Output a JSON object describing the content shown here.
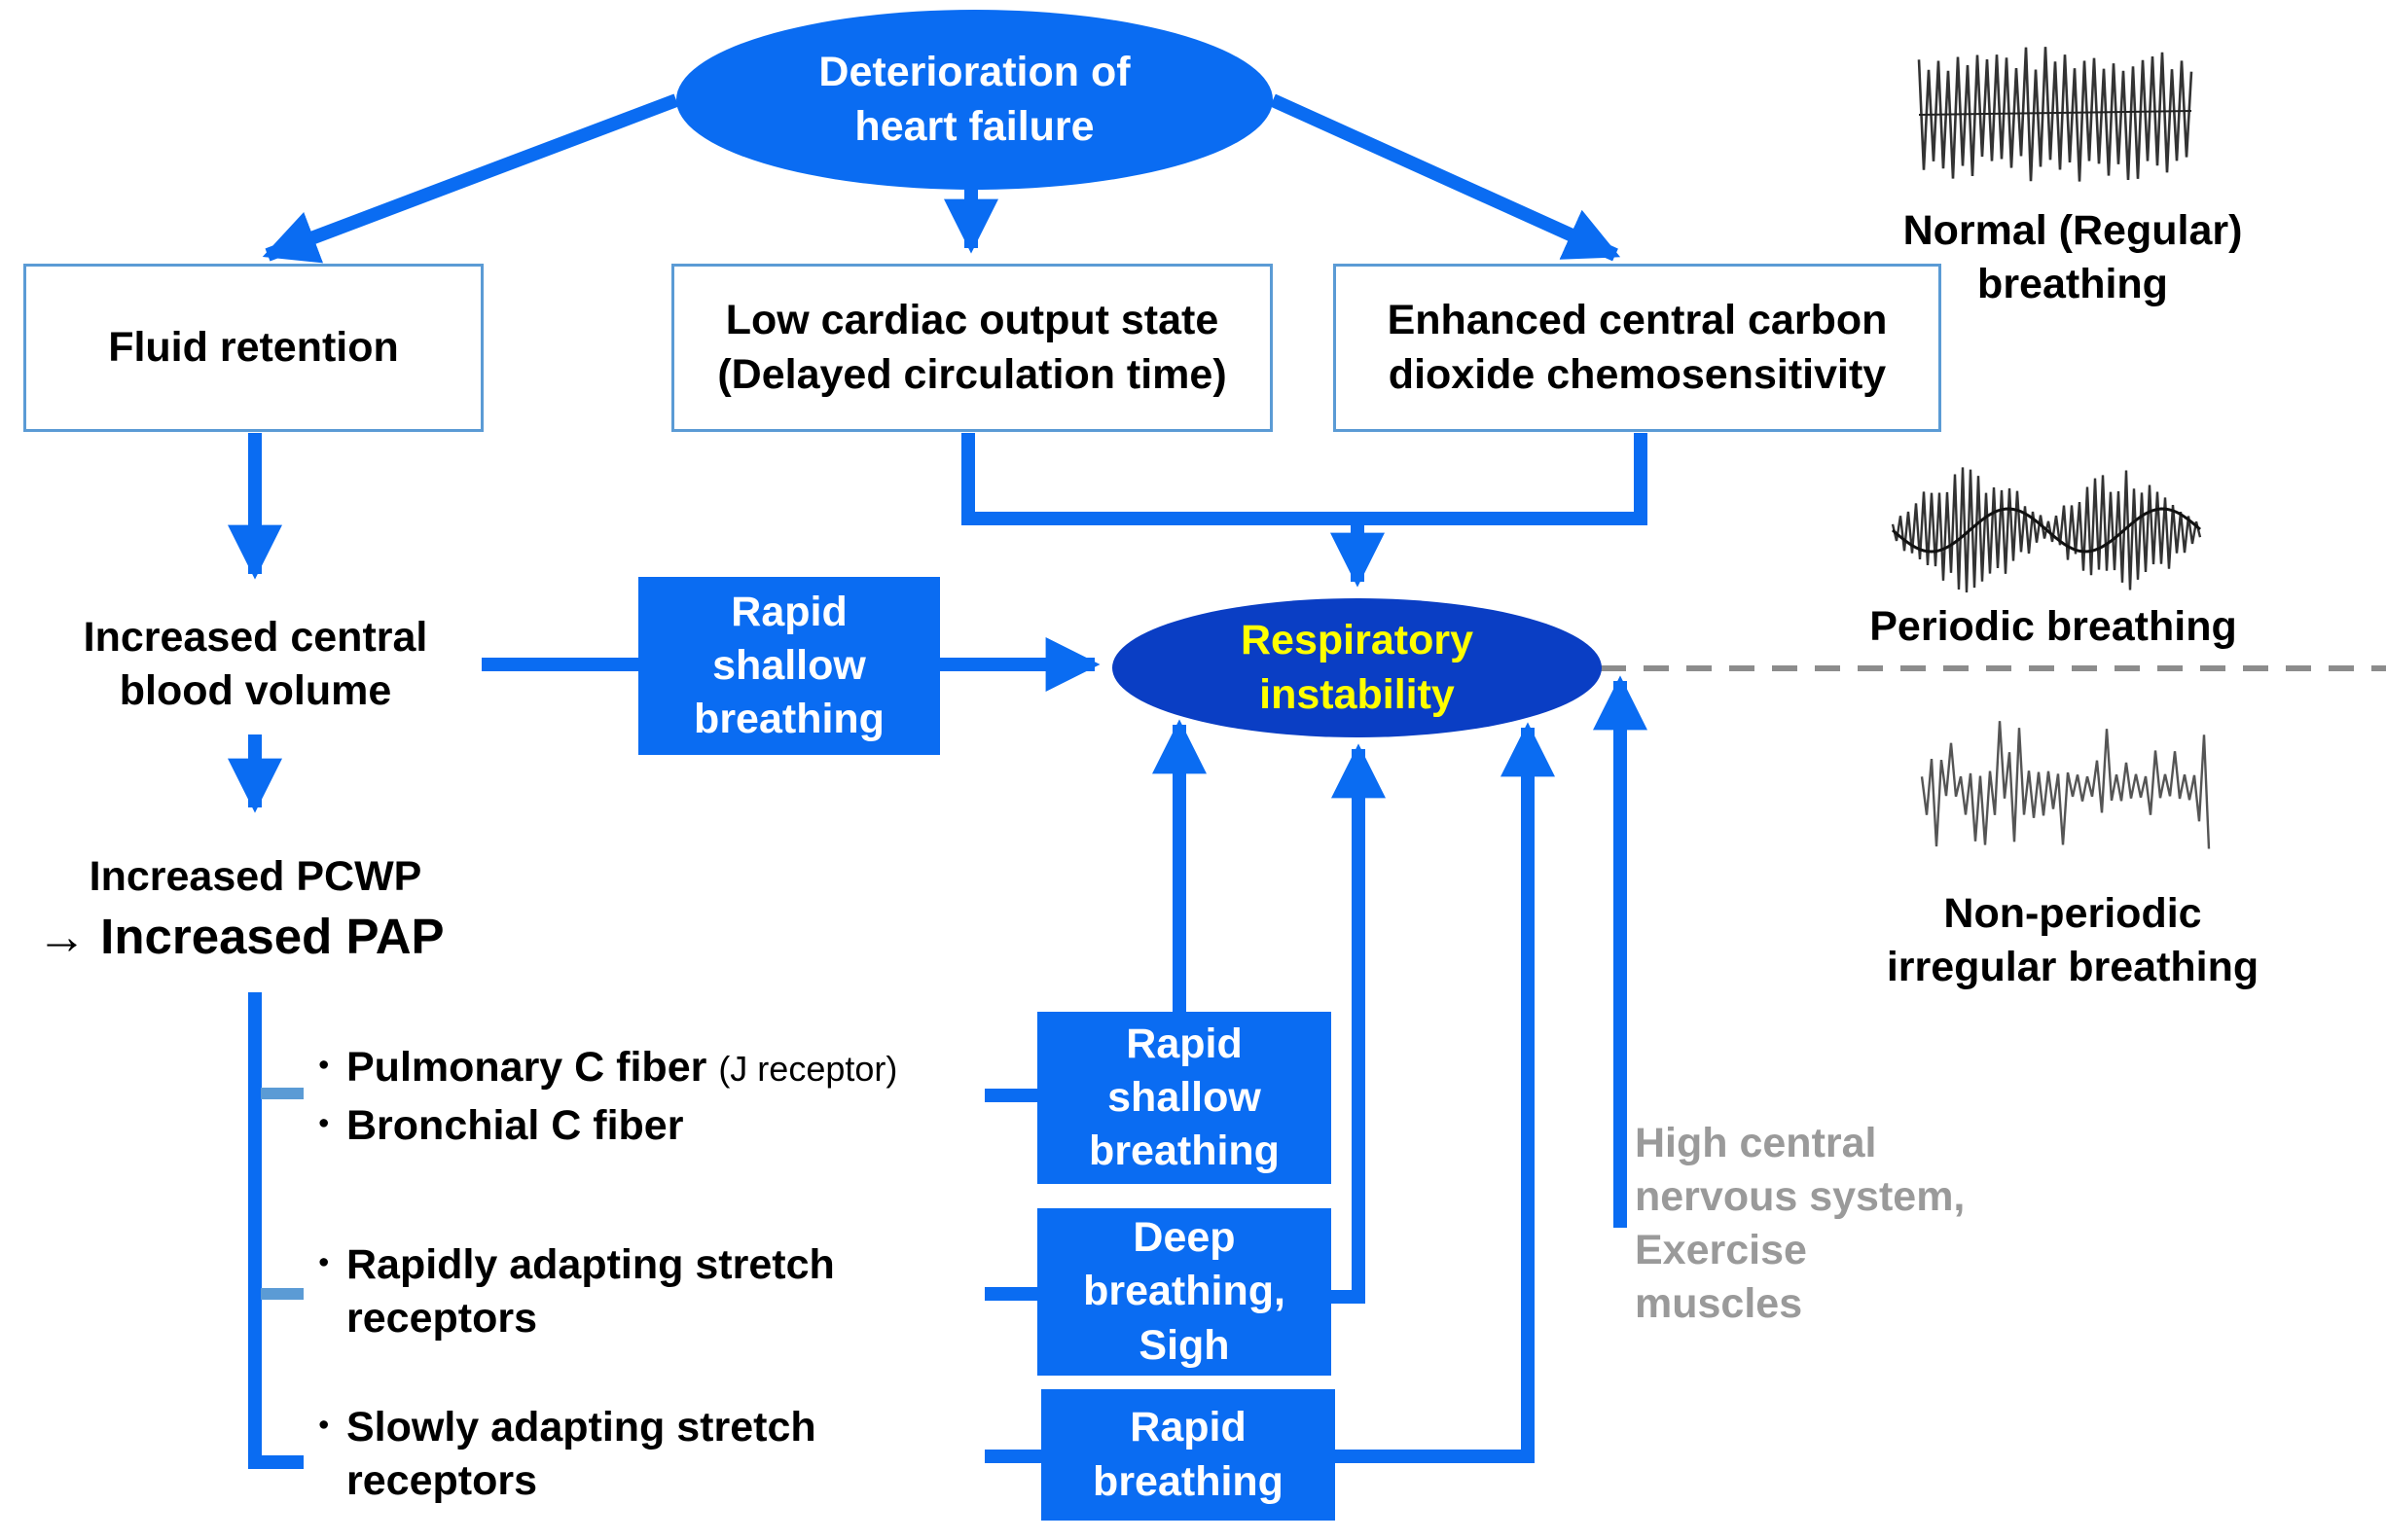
{
  "nodes": {
    "deterioration": [
      "Deterioration  of",
      "heart failure"
    ],
    "fluid_retention": [
      "Fluid retention"
    ],
    "low_cardiac": [
      "Low cardiac output state",
      "(Delayed circulation  time)"
    ],
    "enhanced_co2": [
      "Enhanced central carbon",
      "dioxide chemosensitivity"
    ],
    "increased_blood_volume": [
      "Increased central",
      "blood volume"
    ],
    "rapid_shallow_top": [
      "Rapid",
      "shallow",
      "breathing"
    ],
    "respiratory_instability": [
      "Respiratory",
      "instability"
    ],
    "increased_pcwp": "Increased PCWP",
    "increased_pap_arrow": "→",
    "increased_pap": "Increased PAP",
    "rapid_shallow_bottom": [
      "Rapid",
      "shallow",
      "breathing"
    ],
    "deep_breathing": [
      "Deep",
      "breathing,",
      "Sigh"
    ],
    "rapid_breathing": [
      "Rapid",
      "breathing"
    ],
    "high_cns": [
      "High  central",
      "nervous system,",
      "Exercise",
      "muscles"
    ]
  },
  "receptors": {
    "bullet": "･",
    "pulmonary": "Pulmonary  C fiber",
    "j_receptor": "(J receptor)",
    "bronchial": "Bronchial  C fiber",
    "rapidly_adapting": [
      "Rapidly  adapting  stretch",
      "receptors"
    ],
    "slowly_adapting": [
      "Slowly  adapting  stretch",
      "receptors"
    ]
  },
  "breathing_patterns": {
    "normal": [
      "Normal  (Regular)",
      "breathing"
    ],
    "periodic": [
      "Periodic  breathing"
    ],
    "nonperiodic": [
      "Non-periodic",
      "irregular  breathing"
    ]
  },
  "colors": {
    "arrow_blue": "#0a6cf2",
    "box_fill": "#0a6cf2",
    "outline_blue": "#5b9bd5",
    "ellipse_dark": "#0a3ec4",
    "instability_text": "#ffff00",
    "gray_text": "#9a9a9a",
    "connector_light": "#5b9bd5",
    "dashed_gray": "#8c8c8c"
  }
}
